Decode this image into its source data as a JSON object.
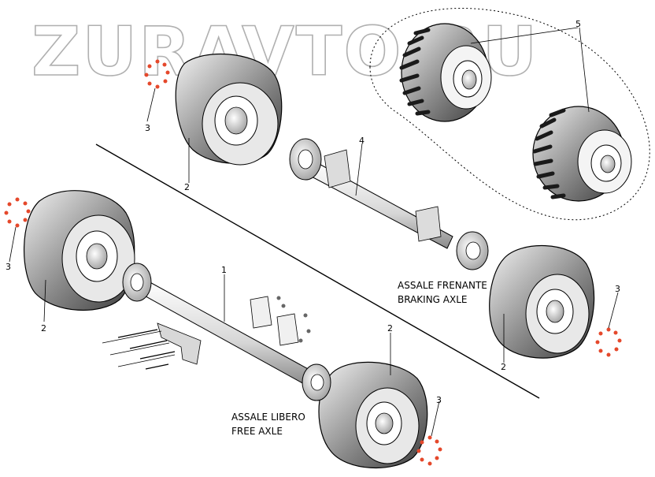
{
  "watermark": "ZURAVTO.RU",
  "callouts": {
    "n1": "1",
    "n2a": "2",
    "n2b": "2",
    "n2c": "2",
    "n2d": "2",
    "n3a": "3",
    "n3b": "3",
    "n3c": "3",
    "n3d": "3",
    "n4": "4",
    "n5": "5"
  },
  "captions": {
    "braking_it": "ASSALE FRENANTE",
    "braking_en": "BRAKING AXLE",
    "free_it": "ASSALE LIBERO",
    "free_en": "FREE AXLE"
  },
  "colors": {
    "line": "#000000",
    "tire_dark": "#5a5a5a",
    "tire_light": "#d4d4d4",
    "rim": "#ffffff",
    "nut": "#e5482b",
    "watermark_stroke": "#b0b0b0"
  }
}
